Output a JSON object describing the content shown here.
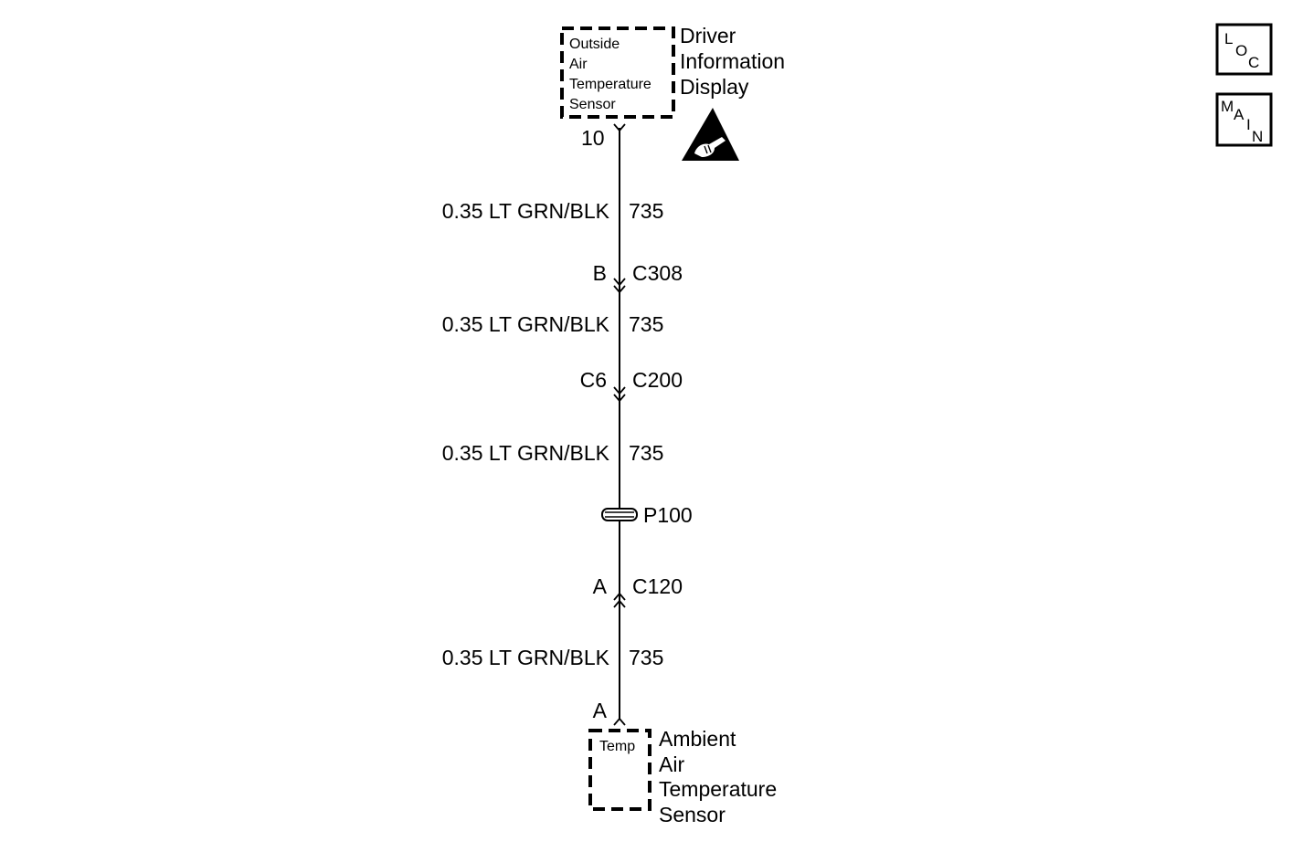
{
  "module_top": {
    "inner_lines": [
      "Outside",
      "Air",
      "Temperature",
      "Sensor"
    ],
    "name_lines": [
      "Driver",
      "Information",
      "Display"
    ],
    "pin": "10"
  },
  "segments": [
    {
      "wire": "0.35 LT GRN/BLK",
      "circuit": "735"
    },
    {
      "wire": "0.35 LT GRN/BLK",
      "circuit": "735"
    },
    {
      "wire": "0.35 LT GRN/BLK",
      "circuit": "735"
    },
    {
      "wire": "0.35 LT GRN/BLK",
      "circuit": "735"
    }
  ],
  "connectors": [
    {
      "pin": "B",
      "name": "C308"
    },
    {
      "pin": "C6",
      "name": "C200"
    },
    {
      "pin": "A",
      "name": "C120"
    }
  ],
  "splice": {
    "name": "P100"
  },
  "module_bottom": {
    "pin": "A",
    "inner": "Temp",
    "name_lines": [
      "Ambient",
      "Air",
      "Temperature",
      "Sensor"
    ]
  },
  "nav": {
    "loc": [
      "L",
      "O",
      "C"
    ],
    "main": [
      "M",
      "A",
      "I",
      "N"
    ]
  },
  "icons": {
    "esd": "esd-warning-icon"
  }
}
